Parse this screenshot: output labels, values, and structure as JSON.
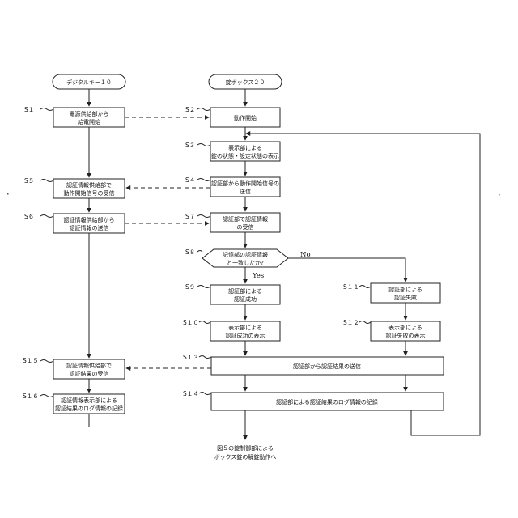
{
  "headers": {
    "left": "デジタルキー１０",
    "right": "錠ボックス２０"
  },
  "steps": {
    "s1": {
      "label": "S１",
      "lines": [
        "電源供給部から",
        "給電開始"
      ]
    },
    "s2": {
      "label": "S２",
      "lines": [
        "動作開始"
      ]
    },
    "s3": {
      "label": "S３",
      "lines": [
        "表示部による",
        "錠の状態・設定状態の表示"
      ]
    },
    "s4": {
      "label": "S４",
      "lines": [
        "認証部から動作開始信号の",
        "送信"
      ]
    },
    "s5": {
      "label": "S５",
      "lines": [
        "認証情報供給部で",
        "動作開始信号の受信"
      ]
    },
    "s6": {
      "label": "S６",
      "lines": [
        "認証情報供給部から",
        "認証情報の送信"
      ]
    },
    "s7": {
      "label": "S７",
      "lines": [
        "認証部で認証情報",
        "の受信"
      ]
    },
    "s8": {
      "label": "S８",
      "lines": [
        "記憶部の認証情報",
        "と一致したか?"
      ]
    },
    "s9": {
      "label": "S９",
      "lines": [
        "認証部による",
        "認証成功"
      ]
    },
    "s10": {
      "label": "S１０",
      "lines": [
        "表示部による",
        "認証成功の表示"
      ]
    },
    "s11": {
      "label": "S１１",
      "lines": [
        "認証部による",
        "認証失敗"
      ]
    },
    "s12": {
      "label": "S１２",
      "lines": [
        "表示部による",
        "認証失敗の表示"
      ]
    },
    "s13": {
      "label": "S１３",
      "lines": [
        "認証部から認証結果の送信"
      ]
    },
    "s14": {
      "label": "S１４",
      "lines": [
        "認証部による認証結果のログ情報の記録"
      ]
    },
    "s15": {
      "label": "S１５",
      "lines": [
        "認証情報供給部で",
        "認証結果の受信"
      ]
    },
    "s16": {
      "label": "S１６",
      "lines": [
        "認証情報表示部による",
        "認証結果のログ情報の記録"
      ]
    }
  },
  "branches": {
    "yes": "Yes",
    "no": "No"
  },
  "footer": {
    "lines": [
      "図５の錠制御部による",
      "ボックス錠の解錠動作へ"
    ]
  }
}
